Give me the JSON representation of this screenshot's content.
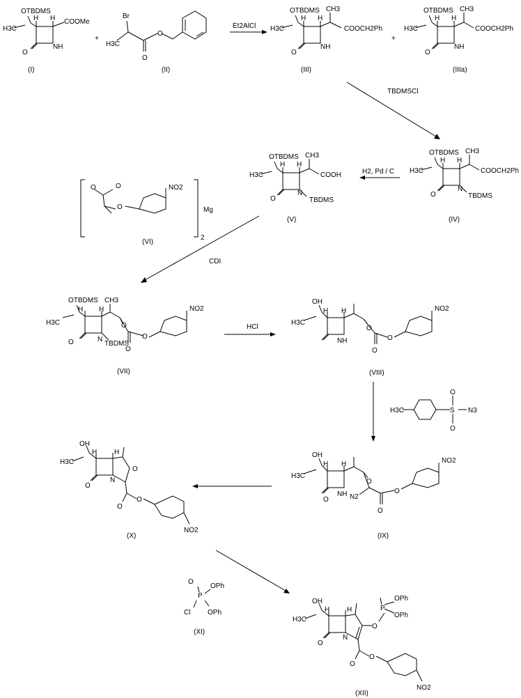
{
  "compounds": [
    {
      "id": "I",
      "label": "(I)",
      "groups": [
        "OTBDMS",
        "H3C",
        "H",
        "H",
        "COOMe",
        "O",
        "NH"
      ]
    },
    {
      "id": "II",
      "label": "(II)",
      "groups": [
        "Br",
        "H3C",
        "O",
        "O"
      ]
    },
    {
      "id": "III",
      "label": "(III)",
      "groups": [
        "OTBDMS",
        "H3C",
        "H",
        "H",
        "CH3",
        "COOCH2Ph",
        "O",
        "NH"
      ]
    },
    {
      "id": "IIIa",
      "label": "(IIIa)",
      "groups": [
        "OTBDMS",
        "H3C",
        "H",
        "H",
        "CH3",
        "COOCH2Ph",
        "O",
        "NH"
      ]
    },
    {
      "id": "IV",
      "label": "(IV)",
      "groups": [
        "OTBDMS",
        "H3C",
        "H",
        "H",
        "CH3",
        "COOCH2Ph",
        "O",
        "N",
        "TBDMS"
      ]
    },
    {
      "id": "V",
      "label": "(V)",
      "groups": [
        "OTBDMS",
        "H3C",
        "H",
        "H",
        "CH3",
        "COOH",
        "O",
        "N",
        "TBDMS"
      ]
    },
    {
      "id": "VI",
      "label": "(VI)",
      "groups": [
        "O",
        "O",
        "O",
        "NO2",
        "Mg",
        "2"
      ]
    },
    {
      "id": "VII",
      "label": "(VII)",
      "groups": [
        "OTBDMS",
        "H3C",
        "H",
        "H",
        "CH3",
        "O",
        "O",
        "O",
        "NO2",
        "O",
        "N",
        "TBDMS"
      ]
    },
    {
      "id": "VIII",
      "label": "(VIII)",
      "groups": [
        "OH",
        "H3C",
        "H",
        "H",
        "O",
        "NH",
        "O",
        "O",
        "NO2"
      ]
    },
    {
      "id": "IX",
      "label": "(IX)",
      "groups": [
        "OH",
        "H3C",
        "H",
        "H",
        "O",
        "NH",
        "N2",
        "O",
        "O",
        "O",
        "NO2"
      ]
    },
    {
      "id": "X",
      "label": "(X)",
      "groups": [
        "OH",
        "H3C",
        "H",
        "H",
        "O",
        "O",
        "N",
        "O",
        "O",
        "NO2"
      ]
    },
    {
      "id": "XI",
      "label": "(XI)",
      "groups": [
        "O",
        "P",
        "OPh",
        "Cl",
        "OPh"
      ]
    },
    {
      "id": "XII",
      "label": "(XII)",
      "groups": [
        "OH",
        "H3C",
        "H",
        "H",
        "O",
        "P",
        "OPh",
        "OPh",
        "O",
        "N",
        "O",
        "O",
        "NO2"
      ]
    }
  ],
  "reagents": {
    "plus": "+",
    "et2alcl": "Et2AlCl",
    "tbdmscl": "TBDMSCl",
    "hydrogenation": "H2, Pd / C",
    "cdi": "CDI",
    "hcl": "HCl",
    "tosyl_azide": [
      "H3C",
      "S",
      "O",
      "O",
      "N3"
    ]
  }
}
